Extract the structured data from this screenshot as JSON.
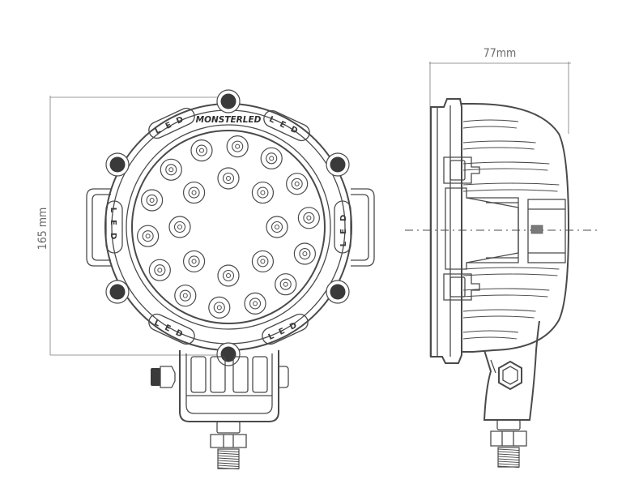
{
  "dimensions": {
    "height": "165 mm",
    "depth": "77mm"
  },
  "brand": {
    "logo_text": "MONSTERLED"
  },
  "ring_labels": {
    "top_left": "LED",
    "top_right": "LED",
    "left": "LED",
    "right": "LED",
    "bottom_left": "LED",
    "bottom_right": "LED"
  },
  "colors": {
    "line": "#4a4a4a",
    "screw": "#3a3a3a",
    "dimension": "#6a6a6a"
  }
}
